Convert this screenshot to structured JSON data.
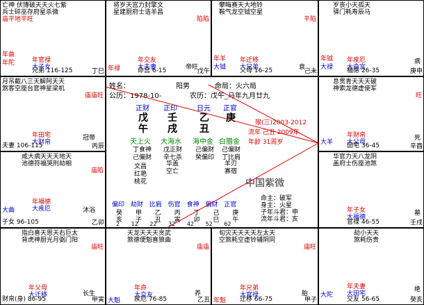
{
  "palaces": [
    {
      "id": "p1",
      "name": "兄弟",
      "stem": "丁巳",
      "age": "116-125",
      "stars": "亡神 伏博破天天火七紫",
      "stars2": "兵士碎巫存府星杀微",
      "status": "庙平地平旺",
      "label_left": "年曲",
      "label_left2": "年陀",
      "sub": "年官禄",
      "sub2": "大子女"
    },
    {
      "id": "p2",
      "name": "命宫",
      "stem": "戊午",
      "age": "6-15",
      "stars": "将岁天宫力封擎文",
      "stars2": "星建厨府士诰羊昌",
      "status": "陷陷",
      "label_left": "年禄",
      "sub": "年交友",
      "sub2": "大夫妻",
      "main": "帝旺"
    },
    {
      "id": "p3",
      "name": "父母",
      "stem": "己未",
      "age": "16-25",
      "stars": "攀晦赛天大地铃",
      "stars2": "鞍气龙空钺空星",
      "status": "平陷",
      "label_left": "年羊",
      "label_left2": "大钺",
      "sub": "年迁移",
      "sub2": "大兄弟",
      "main": "衰"
    },
    {
      "id": "p4",
      "name": "福德",
      "stem": "庚申",
      "age": "26-35",
      "stars": "岁丧小天孤天",
      "stars2": "驿门耗寿辰马",
      "status": "",
      "label_left": "年钺",
      "label_left2": "大禄",
      "sub": "年疾厄",
      "sub2": "大命宫",
      "main": "病"
    }
  ],
  "center": {
    "name_label": "姓名：",
    "gender": "阳男",
    "ju_label": "命局：火六局",
    "solar_label": "公历：1978-10-",
    "lunar_label": "农历：戊午_马年九月廿九",
    "pillars": [
      {
        "god": "正财",
        "stem": "戊",
        "branch": "午",
        "nayin": "天上火",
        "h1": "丁食神",
        "h2": "己偏财"
      },
      {
        "god": "正印",
        "stem": "壬",
        "branch": "戌",
        "nayin": "大海水",
        "h1": "戊正财",
        "h2": "辛七杀"
      },
      {
        "god": "日元",
        "stem": "乙",
        "branch": "丑",
        "nayin": "海中金",
        "h1": "己偏财",
        "h2": "癸偏印"
      },
      {
        "god": "正官",
        "stem": "庚",
        "branch": "",
        "nayin": "白腊金",
        "h1": "己偏财",
        "h2": "丁比肩"
      }
    ],
    "extra1": [
      "文昌",
      "红艳",
      "桃花"
    ],
    "extra2": [
      "华盖",
      "空亡"
    ],
    "extra3": [
      "羊刃",
      "寡宿"
    ],
    "xian": "限(三)2003-2012",
    "liunian": "流年 己丑 2009年",
    "nianling": "年龄 31周岁",
    "title": "中国紫微",
    "gods_row": [
      "偏印",
      "劫财",
      "比肩",
      "伤官",
      "食神",
      "偏财",
      "正官"
    ],
    "stems_row": [
      "癸",
      "甲",
      "乙",
      "丙",
      "丁",
      "己",
      "庚"
    ],
    "branches_row": [
      "亥",
      "子",
      "丑",
      "寅",
      "卯",
      "巳",
      "午"
    ],
    "nums_row": [
      "2",
      "12",
      "22",
      "32",
      "42",
      "52",
      "62"
    ],
    "ming_zhu": "命主：破军",
    "shen_zhu": "身主：火星",
    "zi_dou": "子年斗君：申",
    "liunian_dou": "流年斗君：亥"
  },
  "left": [
    {
      "id": "l1",
      "name": "夫妻",
      "stem": "丙辰",
      "age": "106-115",
      "stars": "月吊截八三天解阿天天",
      "stars2": "煞客空座台官神星梁机",
      "status": "庙庙旺",
      "label": "年田宅",
      "label2": "大财帛",
      "main": "冠带"
    },
    {
      "id": "l2",
      "name": "子女",
      "stem": "乙卯",
      "age": "96-105",
      "stars": "咸大病天天天地天",
      "stars2": "池德符福哭刑劫相",
      "status": "庙陷",
      "label": "年福德",
      "label2": "大疾厄",
      "left": "大曲",
      "main": "沐浴"
    },
    {
      "id": "l3",
      "name": "财帛(身)",
      "stem": "甲寅",
      "age": "86-95",
      "stars": "指白喜天恩天右巨太",
      "stars2": "背虎神厨光月弼门阳",
      "status": "庙旺",
      "label": "年父母",
      "label2": "大迁移",
      "main": "长生"
    }
  ],
  "right": [
    {
      "id": "r1",
      "name": "田宅",
      "stem": "辛酉",
      "age": "36-45",
      "stars": "息贯青天天天破",
      "stars2": "神索龙德虚使军",
      "status": "旺",
      "label": "年财帛",
      "label2": "大父母",
      "left": "大羊",
      "main": "死"
    },
    {
      "id": "r2",
      "name": "官禄",
      "stem": "壬戌",
      "age": "46-55",
      "stars": "华官力天八龙阴",
      "stars2": "盖府士伤座池煞",
      "status": "",
      "label": "年子女",
      "label2": "大福德",
      "main": "墓"
    },
    {
      "id": "r3",
      "name": "交友",
      "stem": "癸亥",
      "age": "56-65",
      "stars": "劫小天天",
      "stars2": "煞耗伤贵",
      "status": "",
      "label": "年夫妻",
      "label2": "大田宅",
      "left": "大陀",
      "main": "绝"
    }
  ],
  "bottom": [
    {
      "id": "b2",
      "name": "疾厄",
      "stem": "乙丑",
      "age": "76-85",
      "stars": "天龙天天天贪武",
      "stars2": "煞德便魁喜狼曲",
      "status": "庙庙",
      "label": "年命",
      "label2": "大交友",
      "left": "大魁",
      "main": "养"
    },
    {
      "id": "b3",
      "name": "迁移",
      "stem": "甲子",
      "age": "66-75",
      "stars": "旬灾天天天天左太天",
      "stars2": "空煞耗空虚铃辅阴同",
      "status": "庙旺",
      "label": "年兄弟",
      "label2": "大官禄",
      "left": "年魁",
      "main": "胎"
    }
  ]
}
